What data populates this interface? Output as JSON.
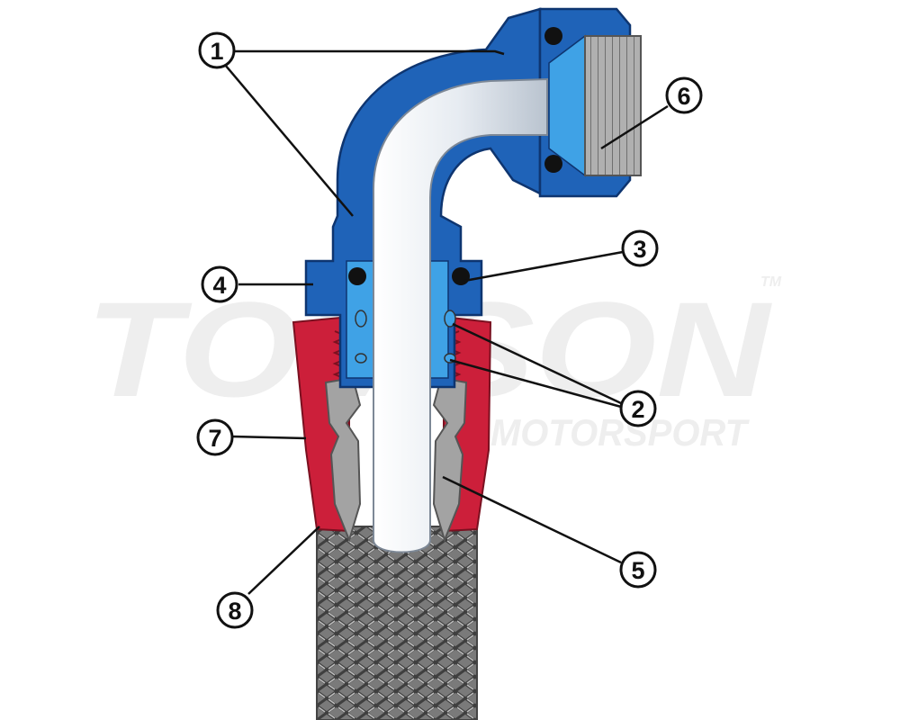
{
  "callouts": [
    {
      "id": "1",
      "label": "1"
    },
    {
      "id": "2",
      "label": "2"
    },
    {
      "id": "3",
      "label": "3"
    },
    {
      "id": "4",
      "label": "4"
    },
    {
      "id": "5",
      "label": "5"
    },
    {
      "id": "6",
      "label": "6"
    },
    {
      "id": "7",
      "label": "7"
    },
    {
      "id": "8",
      "label": "8"
    }
  ],
  "watermark": {
    "brand": "TOMSON",
    "sub": "MOTORSPORT",
    "tm": "TM"
  },
  "colors": {
    "fitting_blue": "#1f63b8",
    "fitting_light_blue": "#3fa2e6",
    "socket_red": "#cc1f3a",
    "insert_gray": "#9c9c9c",
    "tube_white": "#e8edf3",
    "braid_gray": "#6e6e6e",
    "watermark": "#eeeeee"
  }
}
